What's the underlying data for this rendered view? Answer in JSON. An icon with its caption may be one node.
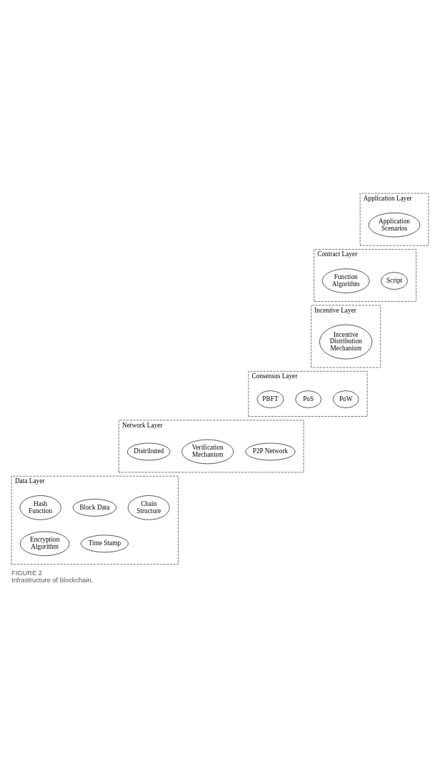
{
  "diagram": {
    "title": "FIGURE 2",
    "caption": "Infrastructure of blockchain.",
    "nodes": [
      {
        "text": [
          "Application Layer"
        ]
      },
      {
        "text": [
          "Application Scenarios"
        ],
        "in": 0
      },
      {
        "text": [
          "Contract Layer"
        ]
      },
      {
        "text": [
          "Script"
        ],
        "in": 2
      },
      {
        "text": [
          "Function Algorithm"
        ],
        "in": 2
      },
      {
        "text": [
          "Incentive Layer"
        ]
      },
      {
        "text": [
          "Incentive Distribution Mechanism"
        ],
        "in": 5
      },
      {
        "text": [
          "Consensus Layer"
        ]
      },
      {
        "text": [
          "PoW"
        ],
        "in": 7
      },
      {
        "text": [
          "PoS"
        ],
        "in": 7
      },
      {
        "text": [
          "PBFT"
        ],
        "in": 7
      },
      {
        "text": [
          "Network Layer"
        ]
      },
      {
        "text": [
          "P2P Network"
        ],
        "in": 11
      },
      {
        "text": [
          "Verification Mechanism"
        ],
        "in": 11
      },
      {
        "text": [
          "Distributed"
        ],
        "in": 11
      },
      {
        "text": [
          "Data Layer"
        ]
      },
      {
        "text": [
          "Chain Structure"
        ],
        "in": 15
      },
      {
        "text": [
          "Block Data"
        ],
        "in": 15
      },
      {
        "text": [
          "Hash Function"
        ],
        "in": 15
      },
      {
        "text": [
          "Time Stamp"
        ],
        "in": 15
      },
      {
        "text": [
          "Encryption Algorithm"
        ],
        "in": 15
      }
    ]
  }
}
